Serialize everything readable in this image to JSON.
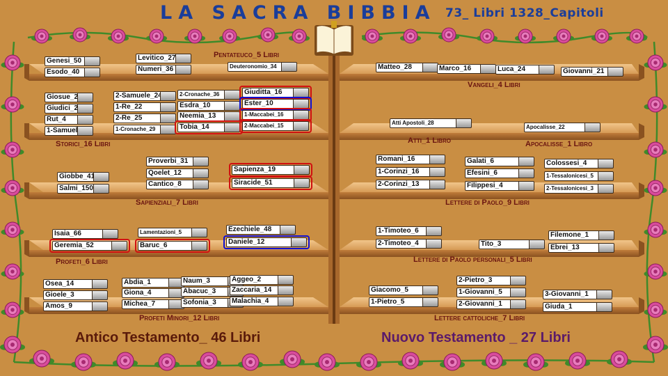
{
  "header": {
    "title": "LA SACRA BIBBIA",
    "count": "73_ Libri  1328_Capitoli"
  },
  "old_testament": {
    "label": "Antico Testamento_ 46 Libri"
  },
  "new_testament": {
    "label": "Nuovo Testamento _ 27 Libri"
  },
  "colors": {
    "background": "#c98e43",
    "shelf": "#e2ad6a",
    "title": "#1a3d9a",
    "highlight_red": "#d01010",
    "highlight_blue": "#1010d0"
  },
  "icons": [
    "open-bible-icon",
    "rose-icon"
  ],
  "categories": {
    "pentateuco": "Pentateuco_5 Libri",
    "vangeli": "Vangeli_4 Libri",
    "storici": "Storici_16 Libri",
    "atti": "Atti_1 Libro",
    "apocalisse": "Apocalisse_1 Libro",
    "sapienziali": "Sapienziali_7 Libri",
    "lettere_paolo": "Lettere di Paolo_9 Libri",
    "profeti": "Profeti_6 Libri",
    "lettere_personali": "Lettere di Paolo personali_5 Libri",
    "profeti_minori": "Profeti Minori_12 Libri",
    "lettere_cattoliche": "Lettere cattoliche_7 Libri"
  },
  "books": [
    {
      "label": "Genesi_50"
    },
    {
      "label": "Esodo_40"
    },
    {
      "label": "Levitico_27"
    },
    {
      "label": "Numeri_36"
    },
    {
      "label": "Deuteronomio_34"
    },
    {
      "label": "Matteo_28"
    },
    {
      "label": "Marco_16"
    },
    {
      "label": "Luca_24"
    },
    {
      "label": "Giovanni_21"
    },
    {
      "label": "Giosue_24"
    },
    {
      "label": "Giudici_21"
    },
    {
      "label": "Rut_4"
    },
    {
      "label": "1-Samuele_31"
    },
    {
      "label": "2-Samuele_24"
    },
    {
      "label": "1-Re_22"
    },
    {
      "label": "2-Re_25"
    },
    {
      "label": "1-Cronache_29"
    },
    {
      "label": "2-Cronache_36"
    },
    {
      "label": "Esdra_10"
    },
    {
      "label": "Neemia_13"
    },
    {
      "label": "Tobia_14",
      "highlight": "red"
    },
    {
      "label": "Giuditta_16",
      "highlight": "red"
    },
    {
      "label": "Ester_10",
      "highlight": "blue"
    },
    {
      "label": "1-Maccabei_16",
      "highlight": "red"
    },
    {
      "label": "2-Maccabei_15",
      "highlight": "red"
    },
    {
      "label": "Atti Apostoli_28"
    },
    {
      "label": "Apocalisse_22"
    },
    {
      "label": "Proverbi_31"
    },
    {
      "label": "Qoelet_12"
    },
    {
      "label": "Cantico_8"
    },
    {
      "label": "Giobbe_41"
    },
    {
      "label": "Salmi_150"
    },
    {
      "label": "Sapienza_19",
      "highlight": "red"
    },
    {
      "label": "Siracide_51",
      "highlight": "red"
    },
    {
      "label": "Romani_16"
    },
    {
      "label": "1-Corinzi_16"
    },
    {
      "label": "2-Corinzi_13"
    },
    {
      "label": "Galati_6"
    },
    {
      "label": "Efesini_6"
    },
    {
      "label": "Filippesi_4"
    },
    {
      "label": "Colossesi_4"
    },
    {
      "label": "1-Tessalonicesi_5"
    },
    {
      "label": "2-Tessalonicesi_3"
    },
    {
      "label": "Isaia_66"
    },
    {
      "label": "Geremia_52",
      "highlight": "red"
    },
    {
      "label": "Lamentazioni_5"
    },
    {
      "label": "Baruc_6",
      "highlight": "red"
    },
    {
      "label": "Ezechiele_48"
    },
    {
      "label": "Daniele_12",
      "highlight": "blue"
    },
    {
      "label": "1-Timoteo_6"
    },
    {
      "label": "2-Timoteo_4"
    },
    {
      "label": "Tito_3"
    },
    {
      "label": "Filemone_1"
    },
    {
      "label": "Ebrei_13"
    },
    {
      "label": "Osea_14"
    },
    {
      "label": "Gioele_3"
    },
    {
      "label": "Amos_9"
    },
    {
      "label": "Abdia_1"
    },
    {
      "label": "Giona_4"
    },
    {
      "label": "Michea_7"
    },
    {
      "label": "Naum_3"
    },
    {
      "label": "Abacuc_3"
    },
    {
      "label": "Sofonia_3"
    },
    {
      "label": "Aggeo_2"
    },
    {
      "label": "Zaccaria_14"
    },
    {
      "label": "Malachia_4"
    },
    {
      "label": "Giacomo_5"
    },
    {
      "label": "1-Pietro_5"
    },
    {
      "label": "2-Pietro_3"
    },
    {
      "label": "1-Giovanni_5"
    },
    {
      "label": "2-Giovanni_1"
    },
    {
      "label": "3-Giovanni_1"
    },
    {
      "label": "Giuda_1"
    }
  ]
}
